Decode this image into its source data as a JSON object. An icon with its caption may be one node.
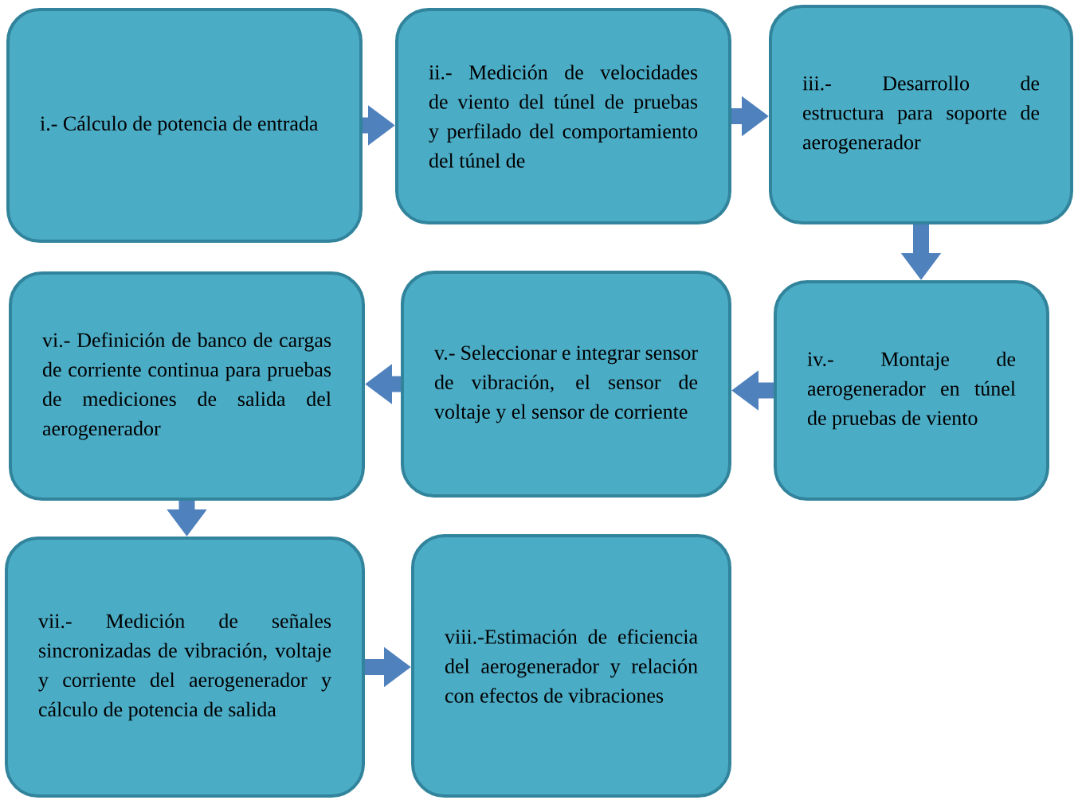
{
  "diagram": {
    "nodes": [
      {
        "text": [
          "i.- Cálculo de potencia de entrada"
        ]
      },
      {
        "text": [
          "ii.- Medición de velocidades de viento del túnel de pruebas y perfilado del comportamiento del túnel de"
        ]
      },
      {
        "text": [
          "iii.- Desarrollo de estructura para soporte de aerogenerador"
        ]
      },
      {
        "text": [
          "iv.- Montaje de aerogenerador en túnel de pruebas de viento"
        ]
      },
      {
        "text": [
          "v.- Seleccionar e integrar sensor de vibración, el sensor de voltaje y el sensor de corriente"
        ]
      },
      {
        "text": [
          "vi.- Definición de banco de cargas de corriente continua para pruebas de mediciones de salida del aerogenerador"
        ]
      },
      {
        "text": [
          "vii.- Medición de señales sincronizadas de vibración, voltaje y corriente del aerogenerador y cálculo de potencia de salida"
        ]
      },
      {
        "text": [
          "viii.-Estimación de eficiencia del aerogenerador y relación con efectos de vibraciones"
        ]
      }
    ],
    "edges": [
      {
        "from": 0,
        "to": 1,
        "arrow": "to"
      },
      {
        "from": 1,
        "to": 2,
        "arrow": "to"
      },
      {
        "from": 2,
        "to": 3,
        "arrow": "to"
      },
      {
        "from": 3,
        "to": 4,
        "arrow": "to"
      },
      {
        "from": 4,
        "to": 5,
        "arrow": "to"
      },
      {
        "from": 5,
        "to": 6,
        "arrow": "to"
      },
      {
        "from": 6,
        "to": 7,
        "arrow": "to"
      }
    ]
  }
}
